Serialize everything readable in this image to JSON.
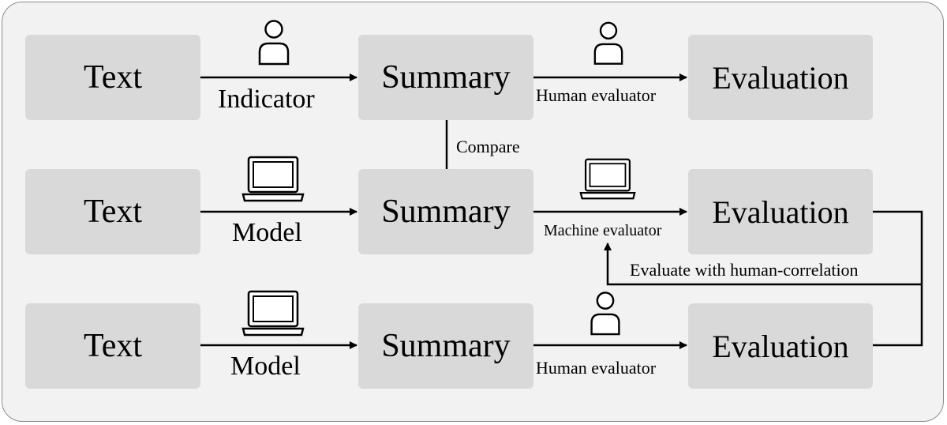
{
  "rows": [
    {
      "text": "Text",
      "actor": "Indicator",
      "actor_icon": "person-icon",
      "summary": "Summary",
      "evaluator": "Human evaluator",
      "evaluator_icon": "person-icon",
      "evaluation": "Evaluation"
    },
    {
      "text": "Text",
      "actor": "Model",
      "actor_icon": "laptop-icon",
      "summary": "Summary",
      "evaluator": "Machine evaluator",
      "evaluator_icon": "laptop-icon",
      "evaluation": "Evaluation"
    },
    {
      "text": "Text",
      "actor": "Model",
      "actor_icon": "laptop-icon",
      "summary": "Summary",
      "evaluator": "Human evaluator",
      "evaluator_icon": "person-icon",
      "evaluation": "Evaluation"
    }
  ],
  "compare_label": "Compare",
  "correlation_label": "Evaluate with human-correlation",
  "colors": {
    "background": "#f2f2f2",
    "node_fill": "#d9d9d9",
    "border": "#8c8c8c",
    "ink": "#000000"
  }
}
